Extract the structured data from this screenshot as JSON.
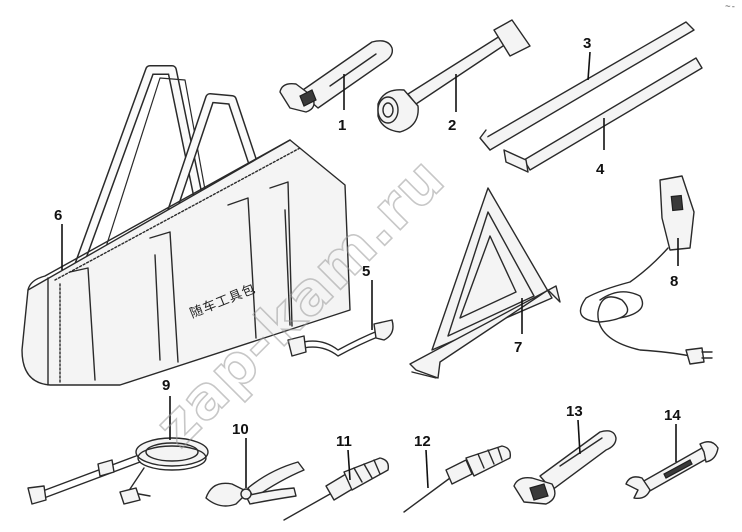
{
  "bag_label": "随车工具包",
  "watermark": "zap-kam.ru",
  "corner_mark": "~-",
  "callouts": [
    {
      "id": "1",
      "label": "1"
    },
    {
      "id": "2",
      "label": "2"
    },
    {
      "id": "3",
      "label": "3"
    },
    {
      "id": "4",
      "label": "4"
    },
    {
      "id": "5",
      "label": "5"
    },
    {
      "id": "6",
      "label": "6"
    },
    {
      "id": "7",
      "label": "7"
    },
    {
      "id": "8",
      "label": "8"
    },
    {
      "id": "9",
      "label": "9"
    },
    {
      "id": "10",
      "label": "10"
    },
    {
      "id": "11",
      "label": "11"
    },
    {
      "id": "12",
      "label": "12"
    },
    {
      "id": "13",
      "label": "13"
    },
    {
      "id": "14",
      "label": "14"
    }
  ]
}
